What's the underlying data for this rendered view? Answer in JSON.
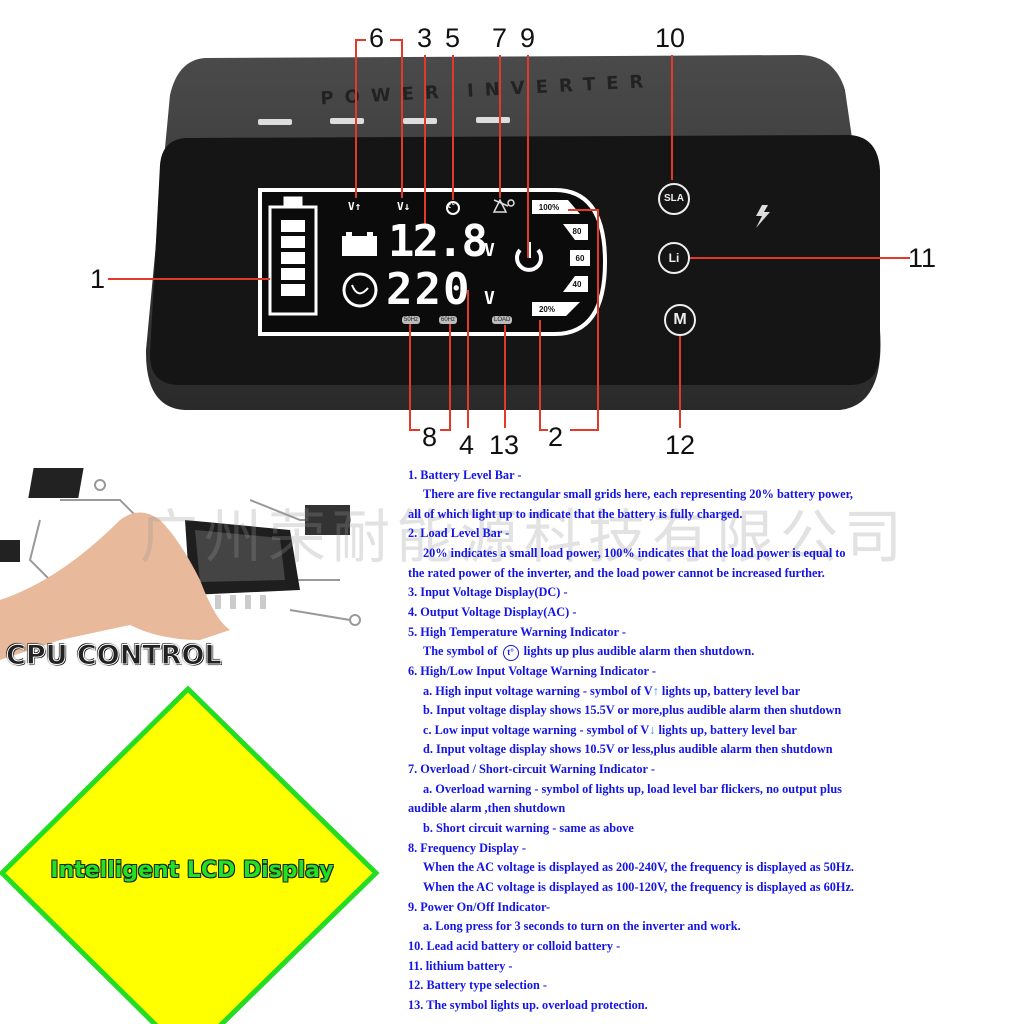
{
  "device": {
    "brand_text": "POWER INVERTER",
    "lcd": {
      "input_voltage": "12.8",
      "output_voltage": "220",
      "unit": "V",
      "high_voltage_symbol": "V↑",
      "low_voltage_symbol": "V↓",
      "temp_symbol": "t°",
      "load_levels": [
        "100%",
        "80",
        "60",
        "40",
        "20%"
      ],
      "small_tags": [
        "50Hz",
        "60Hz",
        "LOAD"
      ],
      "battery_level_percent": 100
    },
    "buttons": [
      {
        "label": "SLA"
      },
      {
        "label": "Li"
      },
      {
        "label": "M"
      }
    ]
  },
  "callouts": [
    "1",
    "2",
    "3",
    "4",
    "5",
    "6",
    "7",
    "8",
    "9",
    "10",
    "11",
    "12",
    "13"
  ],
  "colors": {
    "callout_line": "#e23a2a",
    "text": "#1414e6",
    "symbol_arrow": "#1aa3e8",
    "diamond_fill": "#ffff00",
    "diamond_border": "#22dd22"
  },
  "watermark": "广州荣耐能源科技有限公司",
  "promo": {
    "cpu_label": "CPU CONTROL",
    "lcd_label": "Intelligent LCD Display"
  },
  "description": [
    {
      "t": "1. Battery Level Bar -"
    },
    {
      "t": "There are five rectangular small grids here, each representing 20% battery power,",
      "i": 1
    },
    {
      "t": "all of which light up to indicate that the battery is fully charged."
    },
    {
      "t": "2. Load Level Bar -"
    },
    {
      "t": "20% indicates a small load power, 100% indicates that the load power is equal to",
      "i": 1
    },
    {
      "t": "the rated power of the inverter, and the load power cannot be increased further."
    },
    {
      "t": "3. Input Voltage Display(DC) -"
    },
    {
      "t": "4. Output Voltage Display(AC) -"
    },
    {
      "t": "5. High Temperature Warning Indicator -"
    },
    {
      "t": "The symbol of ",
      "s": "t°",
      "c": 1,
      "p": "  lights up plus audible alarm then shutdown.",
      "i": 1
    },
    {
      "t": "6. High/Low Input Voltage Warning Indicator -"
    },
    {
      "t": "a. High input voltage warning - symbol of V",
      "s": "↑",
      "p": " lights up, battery level bar",
      "i": 1
    },
    {
      "t": "b. Input voltage display shows 15.5V or more,plus audible alarm then shutdown",
      "i": 1
    },
    {
      "t": "c. Low input voltage warning - symbol of V",
      "s": "↓",
      "p": " lights up, battery level bar",
      "i": 1
    },
    {
      "t": "d. Input voltage display shows 10.5V or less,plus audible alarm then shutdown",
      "i": 1
    },
    {
      "t": "7. Overload / Short-circuit Warning Indicator -"
    },
    {
      "t": "a. Overload warning - symbol of lights up, load level bar flickers, no output plus",
      "i": 1
    },
    {
      "t": "audible alarm ,then shutdown"
    },
    {
      "t": "b. Short circuit warning - same as above",
      "i": 1
    },
    {
      "t": "8. Frequency Display -"
    },
    {
      "t": "When the AC voltage is displayed as 200-240V, the frequency is displayed as 50Hz.",
      "i": 1
    },
    {
      "t": "When the AC voltage is displayed as 100-120V, the frequency is displayed as 60Hz.",
      "i": 1
    },
    {
      "t": "9. Power On/Off Indicator-"
    },
    {
      "t": "a. Long press for 3 seconds to turn on the inverter and work.",
      "i": 1
    },
    {
      "t": "10. Lead acid battery or colloid battery -"
    },
    {
      "t": "11. lithium battery -"
    },
    {
      "t": "12. Battery type selection -"
    },
    {
      "t": "13. The symbol lights up. overload protection."
    }
  ]
}
